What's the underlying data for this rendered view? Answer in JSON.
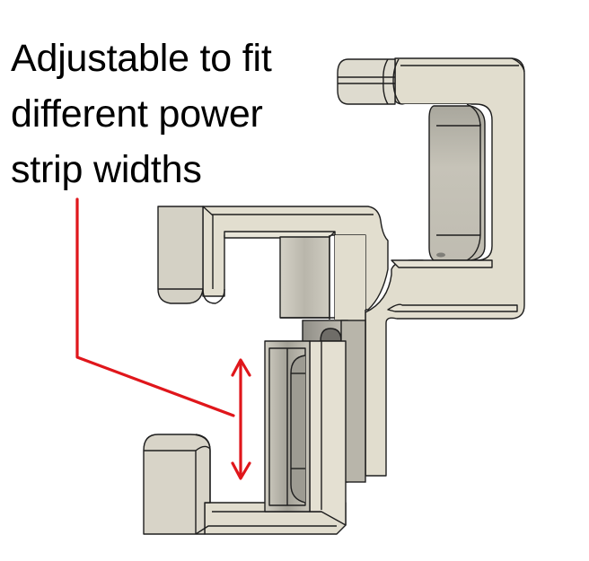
{
  "annotation": {
    "lines": [
      "Adjustable to fit",
      "different power",
      "strip widths"
    ],
    "color": "#000000"
  },
  "leader": {
    "color": "#e0161b",
    "description": "Red leader line from text to a double-headed adjustment arrow"
  },
  "part": {
    "name": "Adjustable power strip clamp (CAD render)",
    "colors": {
      "body": "#e0dccd",
      "body_light": "#e6e2d4",
      "face_shadow": "#cdcabd",
      "recess_dark": "#a9a79d",
      "recess_mid": "#bebbb1",
      "edge": "#1e1e1e"
    }
  }
}
